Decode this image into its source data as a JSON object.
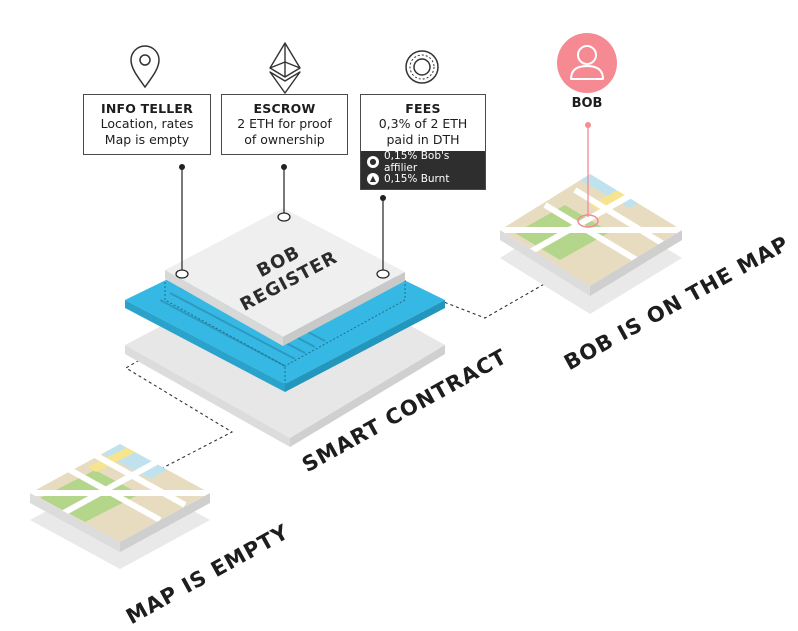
{
  "cards": {
    "info_teller": {
      "title": "INFO TELLER",
      "line1": "Location, rates",
      "line2": "Map is empty"
    },
    "escrow": {
      "title": "ESCROW",
      "line1": "2 ETH for proof",
      "line2": "of ownership"
    },
    "fees": {
      "title": "FEES",
      "line1": "0,3% of 2 ETH",
      "line2": "paid in DTH",
      "sub1": "0,15% Bob's affilier",
      "sub2": "0,15% Burnt"
    }
  },
  "bob": {
    "name": "BOB"
  },
  "register": {
    "line1": "BOB",
    "line2": "REGISTER"
  },
  "captions": {
    "smart_contract": "SMART CONTRACT",
    "map_empty": "MAP IS EMPTY",
    "bob_on_map": "BOB IS ON THE MAP"
  },
  "icons": {
    "info_teller": "location-pin-icon",
    "escrow": "ethereum-icon",
    "fees": "coin-icon",
    "bob": "user-avatar-icon",
    "affilier": "user-icon",
    "burnt": "flame-icon"
  },
  "colors": {
    "cyan": "#35b9e4",
    "bob_pink": "#f58a93",
    "map_beige": "#e8dcc0",
    "map_green": "#b4d68a",
    "map_blue": "#bfe2ee",
    "map_yellow": "#f6e58e",
    "platform_gray": "#e6e6e6"
  }
}
